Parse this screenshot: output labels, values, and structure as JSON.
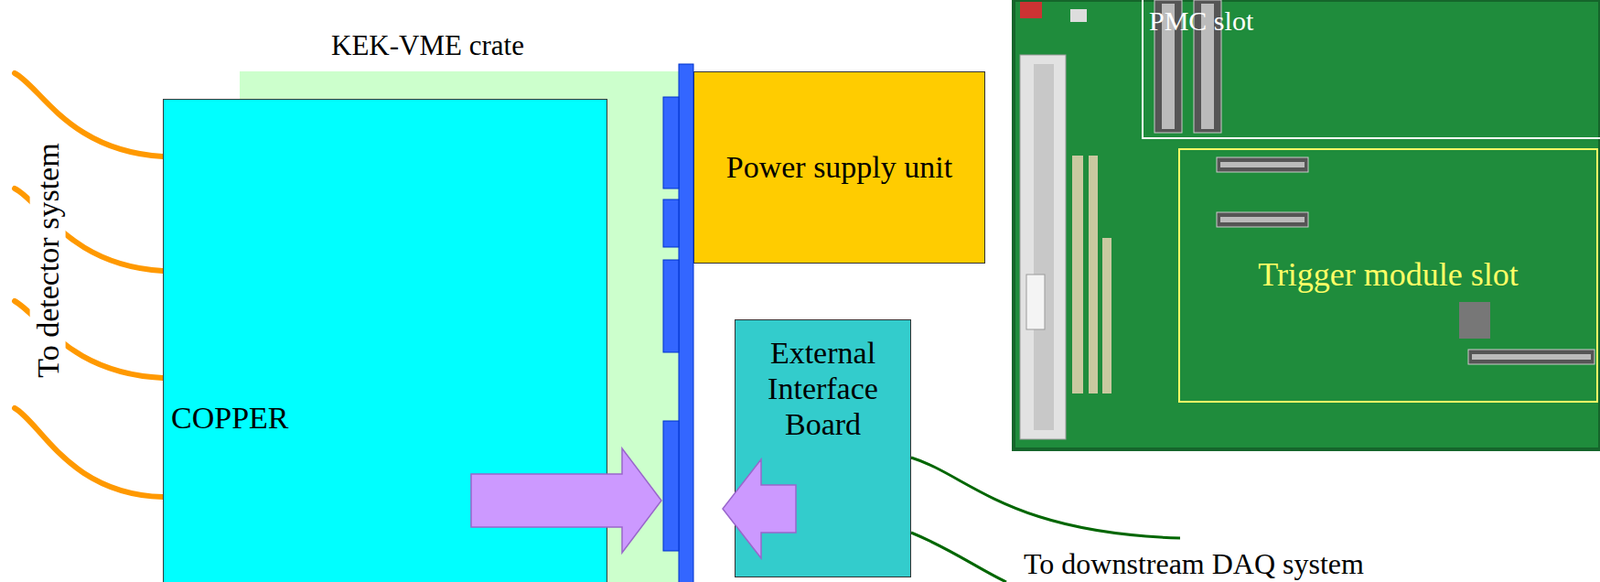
{
  "diagram": {
    "nodes": [
      {
        "text": [
          "KEK-VME crate"
        ]
      },
      {
        "text": [
          "COPPER"
        ]
      },
      {
        "text": [
          "Power supply unit"
        ]
      },
      {
        "text": [
          "External Interface Board"
        ]
      },
      {
        "text": [
          "PMC slot"
        ]
      },
      {
        "text": [
          "Trigger module slot"
        ]
      }
    ],
    "labels": [
      "To detector system",
      "To downstream DAQ system"
    ]
  }
}
